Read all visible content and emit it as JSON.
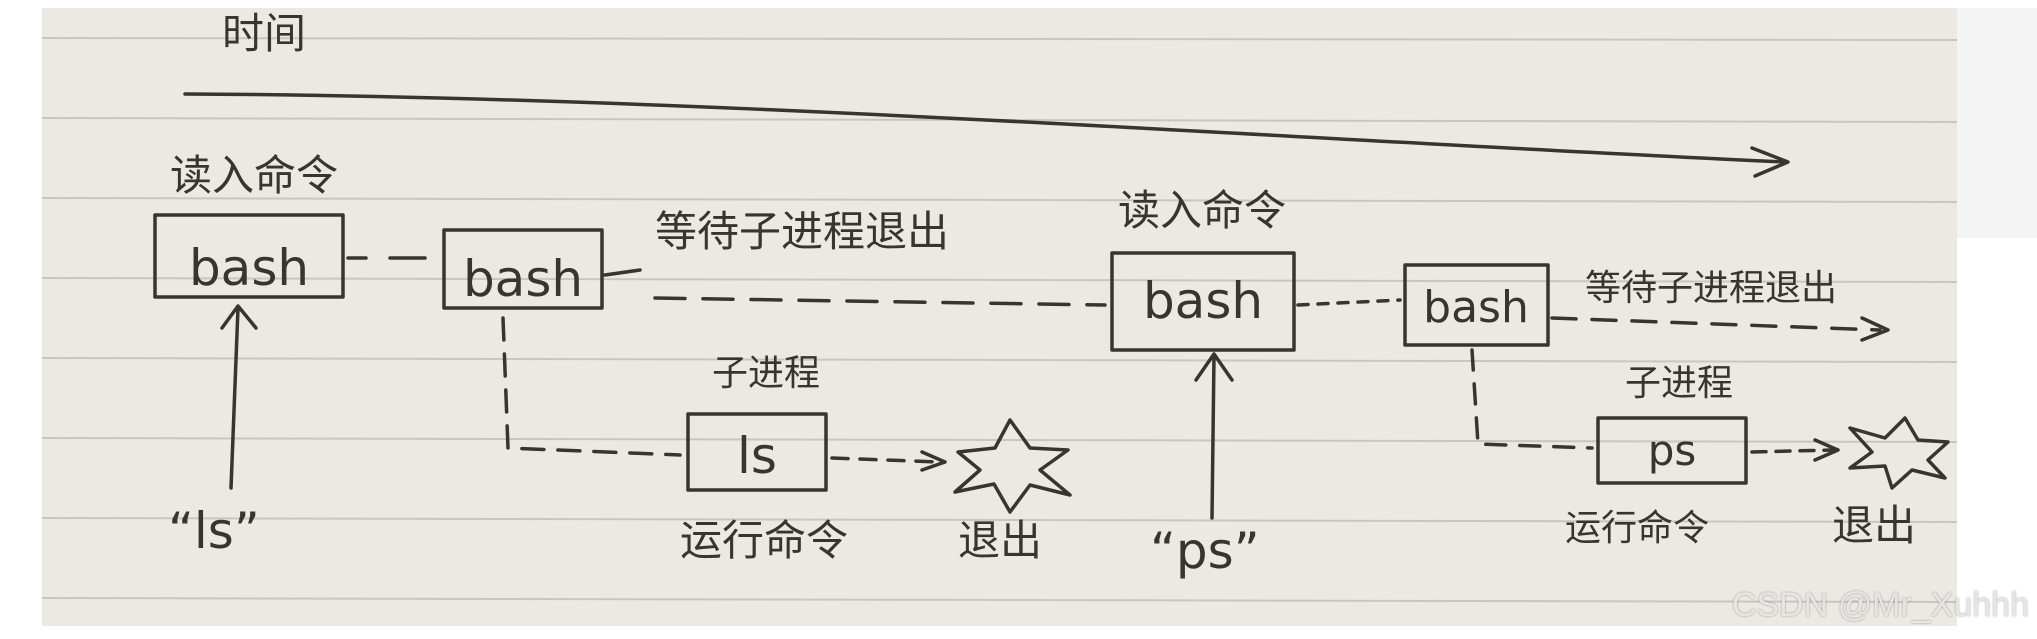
{
  "timeline": {
    "label": "时间"
  },
  "step1": {
    "read_label": "读入命令",
    "bash_a": "bash",
    "bash_b": "bash",
    "wait_label": "等待子进程退出",
    "child_label": "子进程",
    "child_box": "ls",
    "run_label": "运行命令",
    "exit_label": "退出",
    "input_label": "“ls”"
  },
  "step2": {
    "read_label": "读入命令",
    "bash_a": "bash",
    "bash_b": "bash",
    "wait_label": "等待子进程退出",
    "child_label": "子进程",
    "child_box": "ps",
    "run_label": "运行命令",
    "exit_label": "退出",
    "input_label": "“ps”"
  },
  "watermark": "CSDN @Mr_Xuhhh",
  "colors": {
    "paper": "#ece9e2",
    "ink": "#3a3430",
    "rule_line": "#c9c6c1"
  }
}
